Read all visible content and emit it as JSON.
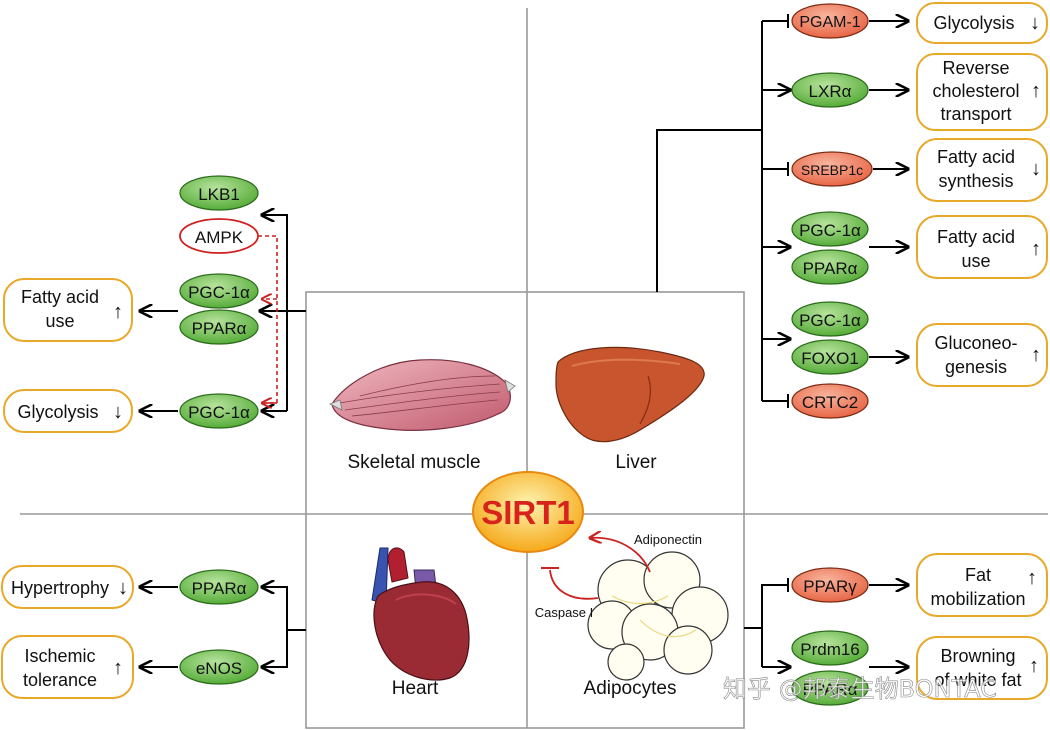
{
  "center": {
    "label": "SIRT1"
  },
  "organs": {
    "muscle": "Skeletal muscle",
    "liver": "Liver",
    "heart": "Heart",
    "adipocytes": "Adipocytes"
  },
  "muscle": {
    "nodes": {
      "lkb1": "LKB1",
      "ampk": "AMPK",
      "pgc1a_top": "PGC-1α",
      "ppara": "PPARα",
      "pgc1a_bottom": "PGC-1α"
    },
    "outcomes": {
      "fatty_line1": "Fatty acid",
      "fatty_line2": "use",
      "fatty_arrow": "↑",
      "glycolysis": "Glycolysis",
      "glycolysis_arrow": "↓"
    }
  },
  "liver": {
    "nodes": {
      "pgam1": "PGAM-1",
      "lxra": "LXRα",
      "srebp1c": "SREBP1c",
      "pgc1a_a": "PGC-1α",
      "ppara": "PPARα",
      "pgc1a_b": "PGC-1α",
      "foxo1": "FOXO1",
      "crtc2": "CRTC2"
    },
    "outcomes": {
      "glycolysis": "Glycolysis",
      "glycolysis_arrow": "↓",
      "rct_line1": "Reverse",
      "rct_line2": "cholesterol",
      "rct_line3": "transport",
      "rct_arrow": "↑",
      "fas_line1": "Fatty acid",
      "fas_line2": "synthesis",
      "fas_arrow": "↓",
      "fau_line1": "Fatty acid",
      "fau_line2": "use",
      "fau_arrow": "↑",
      "gng_line1": "Gluconeo-",
      "gng_line2": "genesis",
      "gng_arrow": "↑"
    }
  },
  "heart": {
    "nodes": {
      "ppara": "PPARα",
      "enos": "eNOS"
    },
    "outcomes": {
      "hypertrophy": "Hypertrophy",
      "hypertrophy_arrow": "↓",
      "isch_line1": "Ischemic",
      "isch_line2": "tolerance",
      "isch_arrow": "↑"
    }
  },
  "adipose": {
    "adiponectin": "Adiponectin",
    "caspase": "Caspase I",
    "nodes": {
      "pparg": "PPARγ",
      "prdm16": "Prdm16",
      "ppar_partial": "PPARα"
    },
    "outcomes": {
      "fatmob_line1": "Fat",
      "fatmob_line2": "mobilization",
      "fatmob_arrow": "↑",
      "brown_line1": "Browning",
      "brown_line2": "of white fat",
      "brown_arrow": "↑"
    }
  },
  "watermark": "知乎 @邦泰生物BONTAC",
  "colors": {
    "green_fill": "#6cc04a",
    "red_fill": "#f07a5a",
    "outcome_border": "#e8a92a",
    "center_fill": "#fbbf22",
    "center_text": "#d8231c",
    "inhibit_red": "#cc2222"
  }
}
